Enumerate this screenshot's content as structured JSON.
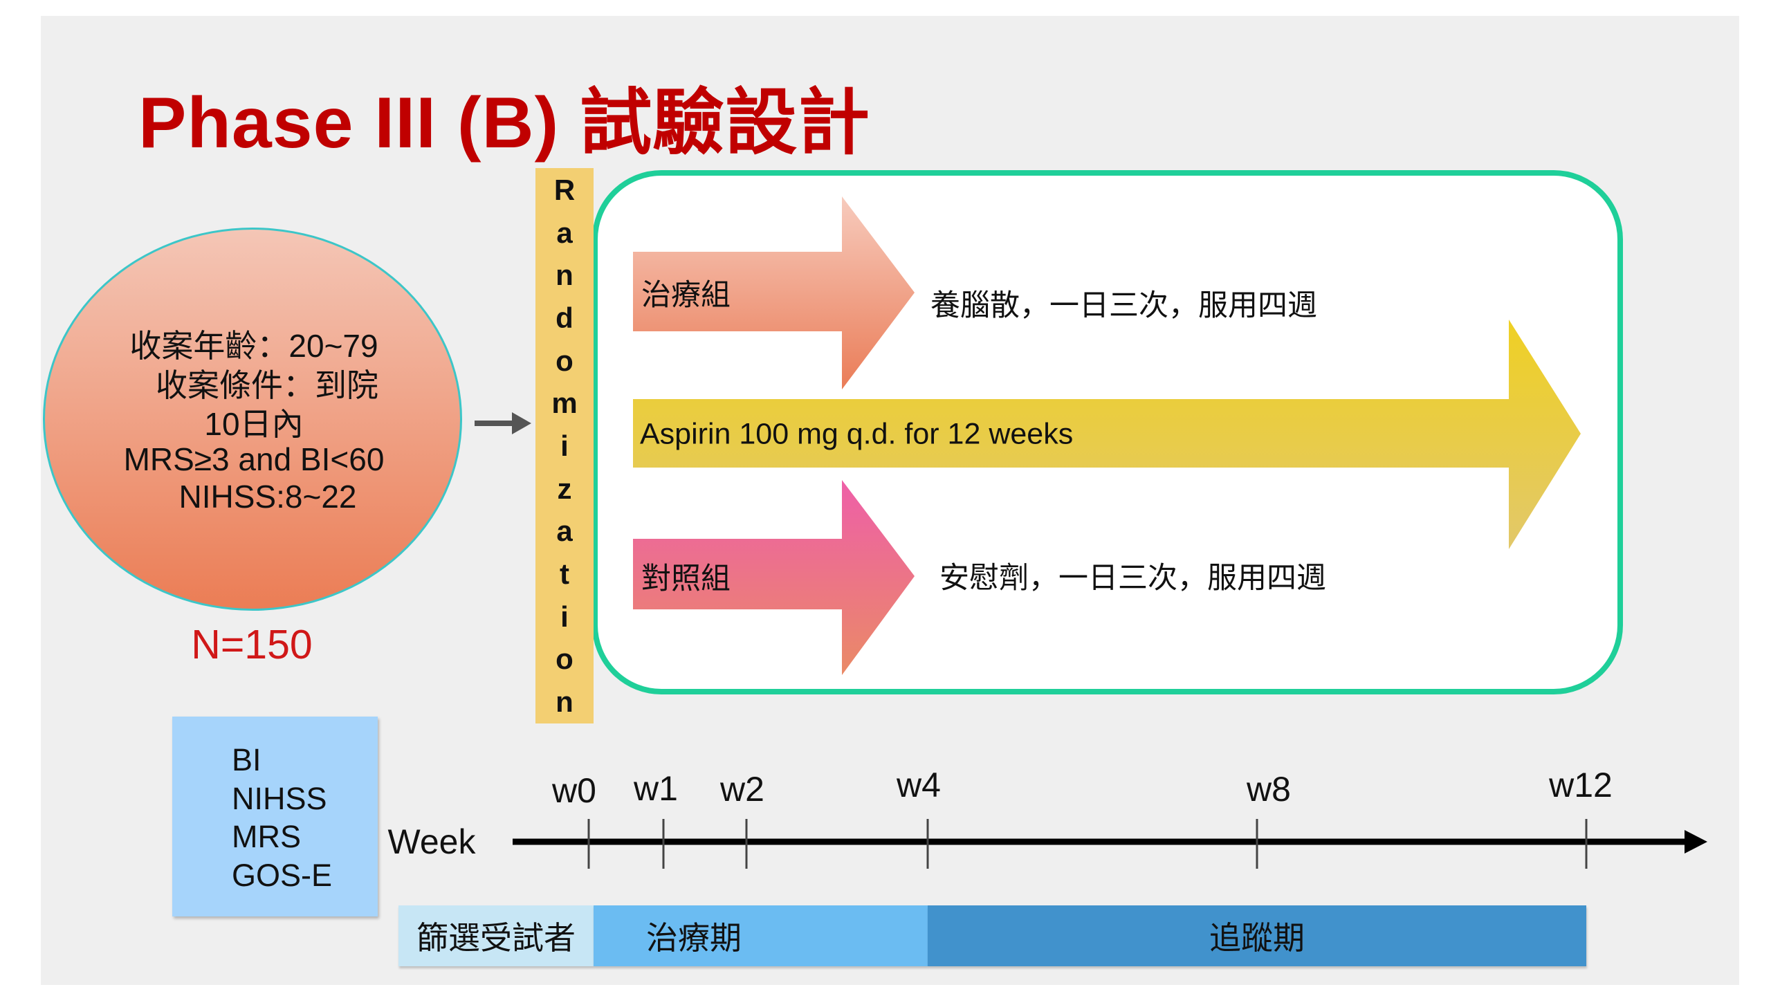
{
  "title": "Phase III (B) 試驗設計",
  "inclusion": {
    "lines": [
      "收案年齡：20~79",
      "收案條件：到院",
      "10日內",
      "MRS≥3 and BI<60",
      "NIHSS:8~22"
    ],
    "n": "N=150"
  },
  "randomization": [
    "R",
    "a",
    "n",
    "d",
    "o",
    "m",
    "i",
    "z",
    "a",
    "t",
    "i",
    "o",
    "n"
  ],
  "arms": {
    "treatment": {
      "label": "治療組",
      "description": "養腦散，一日三次，服用四週"
    },
    "aspirin": {
      "label": "Aspirin 100 mg q.d. for 12 weeks"
    },
    "control": {
      "label": "對照組",
      "description": "安慰劑，一日三次，服用四週"
    }
  },
  "assessments": [
    "BI",
    "NIHSS",
    "MRS",
    "GOS-E"
  ],
  "timeline": {
    "axis_label": "Week",
    "ticks": [
      "w0",
      "w1",
      "w2",
      "w4",
      "w8",
      "w12"
    ],
    "phases": [
      "篩選受試者",
      "治療期",
      "追蹤期"
    ]
  },
  "colors": {
    "title": "#c00000",
    "frame": "#1fcf99",
    "randomization": "#f3cf72"
  }
}
